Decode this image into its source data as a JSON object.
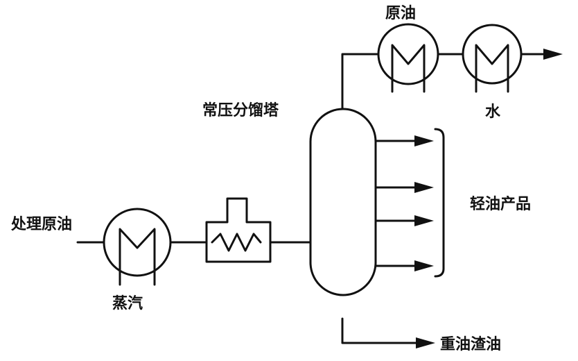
{
  "labels": {
    "feed": "处理原油",
    "steam": "蒸汽",
    "column": "常压分馏塔",
    "crude_oil": "原油",
    "water": "水",
    "light_products": "轻油产品",
    "heavy_residue": "重油渣油"
  },
  "colors": {
    "line": "#111111",
    "background": "#ffffff"
  }
}
